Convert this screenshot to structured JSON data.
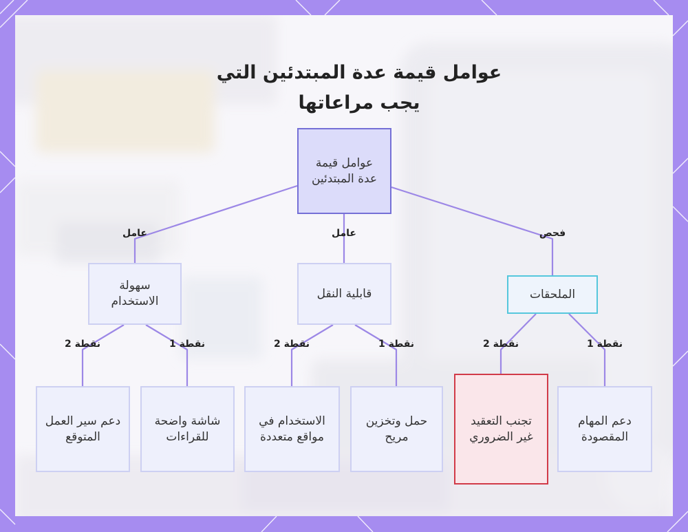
{
  "title_lines": [
    "عوامل قيمة عدة المبتدئين التي",
    "يجب مراعاتها"
  ],
  "nodes": {
    "root": "عوامل قيمة عدة المبتدئين",
    "usability": "سهولة الاستخدام",
    "portability": "قابلية النقل",
    "accessories": "الملحقات",
    "workflow": "دعم سير العمل المتوقع",
    "screen": "شاشة واضحة للقراءات",
    "multisite": "الاستخدام في مواقع متعددة",
    "carry": "حمل وتخزين مريح",
    "avoid": "تجنب التعقيد غير الضروري",
    "tasks": "دعم المهام المقصودة"
  },
  "edges": {
    "factor": "عامل",
    "check": "فحص",
    "point1": "نقطة 1",
    "point2": "نقطة 2"
  },
  "colors": {
    "frame": "#a68cf0",
    "connector": "#9c87e6",
    "root_fill": "#dcdcfa",
    "root_border": "#7570d6",
    "node_fill": "#eef0fc",
    "node_border": "#cdd0f2",
    "accent_border": "#55c7dc",
    "warning_fill": "#fae6ea",
    "warning_border": "#d13a48"
  }
}
